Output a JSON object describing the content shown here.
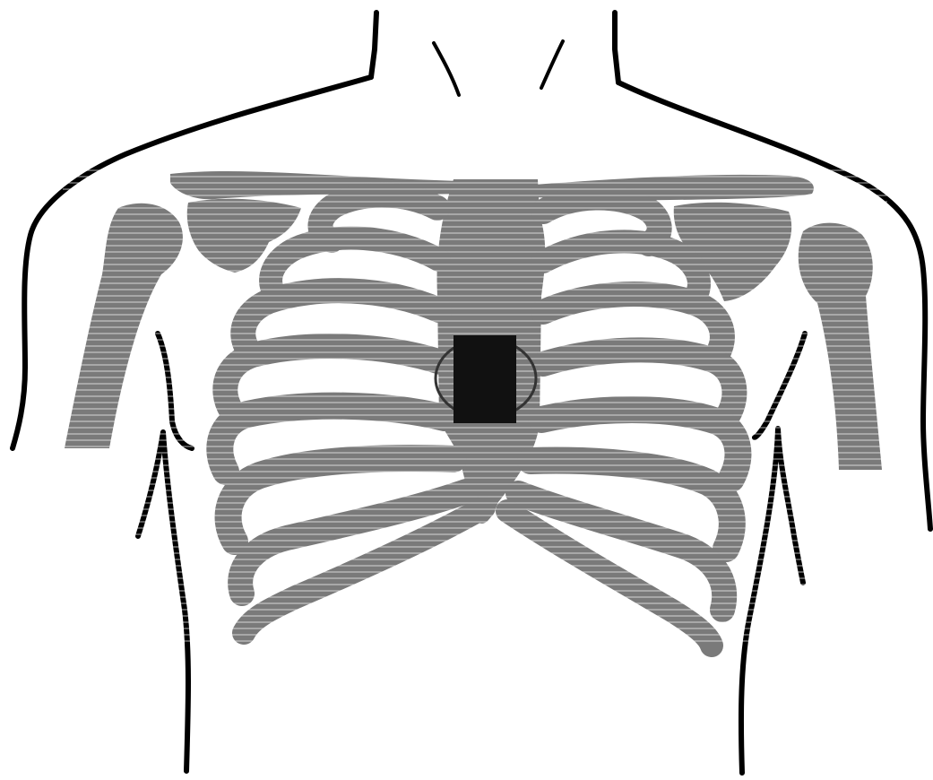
{
  "colors": {
    "background": "#ffffff",
    "outline": "#000000",
    "bone": "#7a7a7a",
    "device": "#111111",
    "device_ring": "#333333"
  },
  "figure": {
    "subject": "torso",
    "skeleton": "ribcage",
    "marker": "chest-device"
  }
}
